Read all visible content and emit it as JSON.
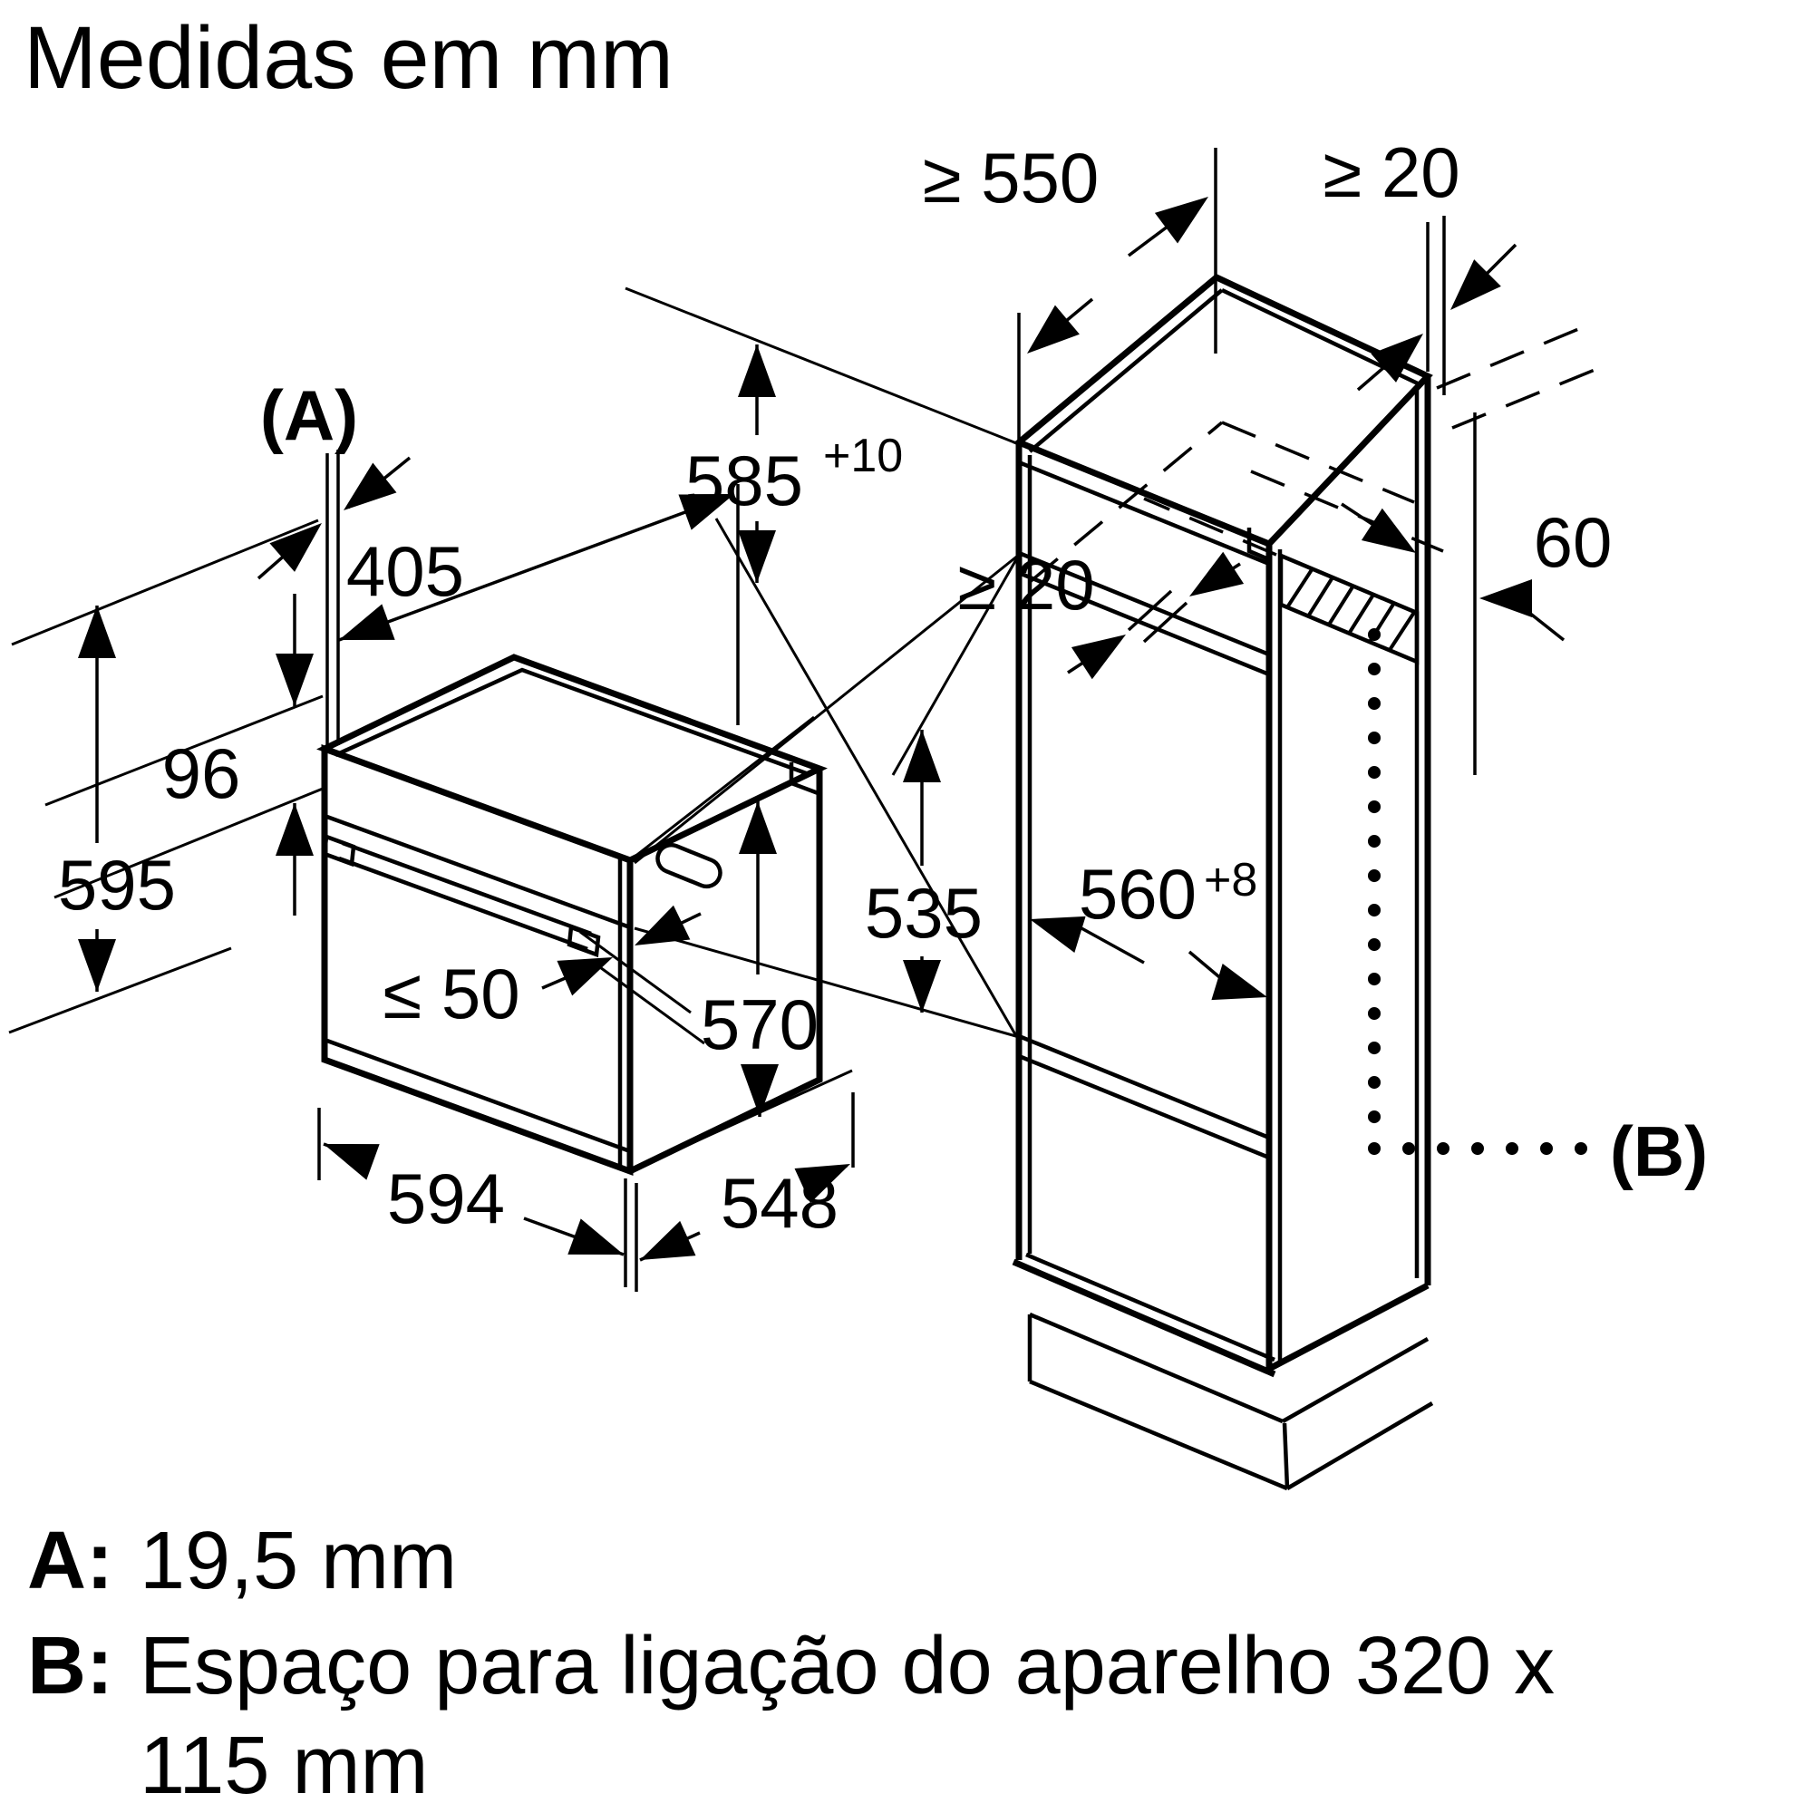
{
  "title": "Medidas em mm",
  "dims": {
    "top_depth": "≥ 550",
    "top_rear_gap": "≥ 20",
    "niche_height": "585",
    "niche_height_tol": "+10",
    "shelf_rear_gap": "≥ 20",
    "vent_depth": "60",
    "ref_a": "(A)",
    "top_recess_depth": "405",
    "panel_height": "96",
    "oven_height": "595",
    "front_clearance_height": "535",
    "niche_width": "560",
    "niche_width_tol": "+8",
    "door_clearance": "≤ 50",
    "door_height": "570",
    "oven_width": "594",
    "oven_depth": "548",
    "ref_b": "(B)"
  },
  "footnotes": {
    "a_key": "A:",
    "a_text": "19,5 mm",
    "b_key": "B:",
    "b_line1": "Espaço para ligação do aparelho 320 x",
    "b_line2": "115 mm"
  },
  "colors": {
    "line": "#000000",
    "background": "#ffffff"
  }
}
